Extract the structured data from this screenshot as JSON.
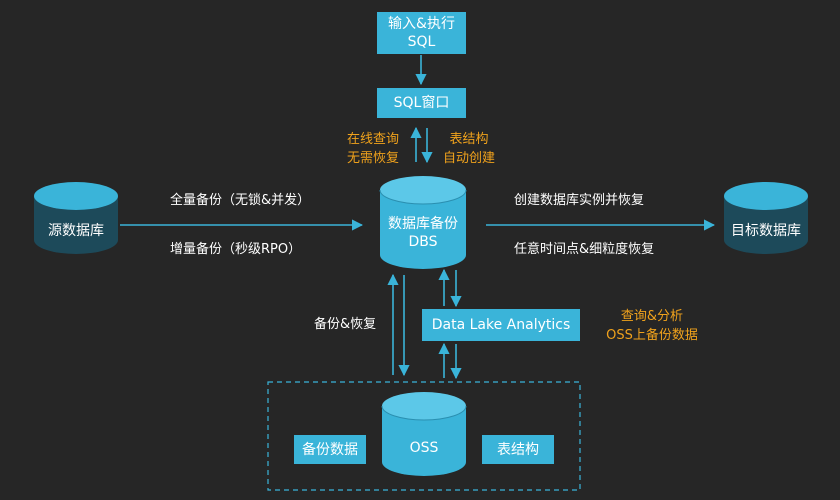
{
  "nodes": {
    "input_sql": {
      "line1": "输入&执行",
      "line2": "SQL"
    },
    "sql_window": {
      "label": "SQL窗口"
    },
    "source_db": {
      "label": "源数据库"
    },
    "dbs": {
      "line1": "数据库备份",
      "line2": "DBS"
    },
    "target_db": {
      "label": "目标数据库"
    },
    "dla": {
      "label": "Data Lake Analytics"
    },
    "oss": {
      "label": "OSS"
    },
    "backup_data": {
      "label": "备份数据"
    },
    "table_structure": {
      "label": "表结构"
    }
  },
  "labels": {
    "online_query": {
      "line1": "在线查询",
      "line2": "无需恢复"
    },
    "table_auto": {
      "line1": "表结构",
      "line2": "自动创建"
    },
    "full_backup": "全量备份（无锁&并发）",
    "incremental_backup": "增量备份（秒级RPO）",
    "create_instance": "创建数据库实例并恢复",
    "point_restore": "任意时间点&细粒度恢复",
    "backup_restore": "备份&恢复",
    "query_analyze": {
      "line1": "查询&分析",
      "line2": "OSS上备份数据"
    }
  },
  "colors": {
    "background": "#262626",
    "box": "#3ab4d9",
    "cylinder_dark": "#1d4a5a",
    "cylinder_light": "#3ab4d9",
    "arrow": "#3ab4d9",
    "orange_text": "#f0a21c"
  }
}
